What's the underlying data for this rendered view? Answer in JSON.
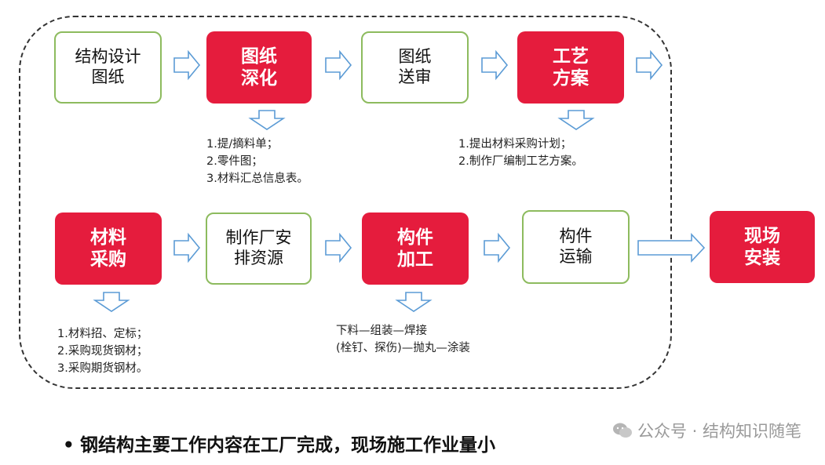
{
  "flow": {
    "row1": {
      "step1": "结构设计\n图纸",
      "step2": "图纸\n深化",
      "step3": "图纸\n送审",
      "step4": "工艺\n方案"
    },
    "row2": {
      "step1": "材料\n采购",
      "step2": "制作厂安\n排资源",
      "step3": "构件\n加工",
      "step4": "构件\n运输",
      "step5": "现场\n安装"
    }
  },
  "notes": {
    "deepen": "1.提/摘料单；\n2.零件图；\n3.材料汇总信息表。",
    "process_plan": "1.提出材料采购计划；\n2.制作厂编制工艺方案。",
    "purchase": "1.材料招、定标；\n2.采购现货钢材；\n3.采购期货钢材。",
    "fabrication": "下料—组装—焊接\n(栓钉、探伤)—抛丸—涂装"
  },
  "summary": {
    "bullet": "•",
    "text": "钢结构主要工作内容在工厂完成，现场施工作业量小"
  },
  "watermark": {
    "text": "公众号 · 结构知识随笔",
    "icon": "wechat-icon"
  },
  "colors": {
    "accent_red": "#e51c3d",
    "outline_green": "#8dbb5e",
    "arrow_blue": "#5b9bd5",
    "frame": "#333333"
  }
}
